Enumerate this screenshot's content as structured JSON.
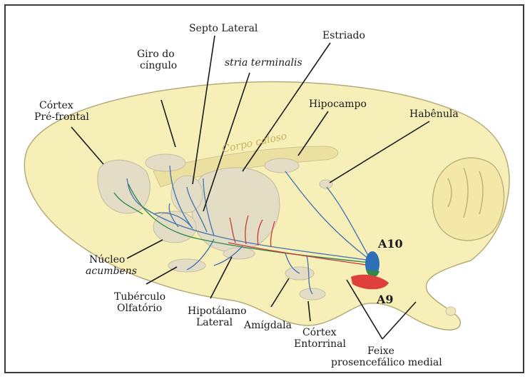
{
  "diagram": {
    "labels": {
      "septo_lateral": "Septo Lateral",
      "giro_do": "Giro do",
      "cingulo": "cíngulo",
      "stria_terminalis": "stria terminalis",
      "estriado": "Estriado",
      "cortex": "Córtex",
      "pre_frontal": "Pré-frontal",
      "hipocampo": "Hipocampo",
      "habenula": "Habênula",
      "corpo_caloso": "Corpo caloso",
      "a10": "A10",
      "a9": "A9",
      "nucleo": "Núcleo",
      "acumbens": "acumbens",
      "tuberculo": "Tubérculo",
      "olfatorio": "Olfatório",
      "hipotalamo": "Hipotálamo",
      "lateral": "Lateral",
      "amigdala": "Amígdala",
      "cortex2": "Córtex",
      "entorrinal": "Entorrinal",
      "feixe": "Feixe",
      "prosencefalico": "prosencefálico medial"
    },
    "colors": {
      "brain_fill": "#f7efb8",
      "structure_fill": "#e4ddc6",
      "pathway_blue": "#4a78b0",
      "pathway_green": "#2f8a4a",
      "pathway_red": "#c83a3a",
      "a10_blue": "#2e6fb8",
      "a9_red": "#e0403c"
    }
  }
}
